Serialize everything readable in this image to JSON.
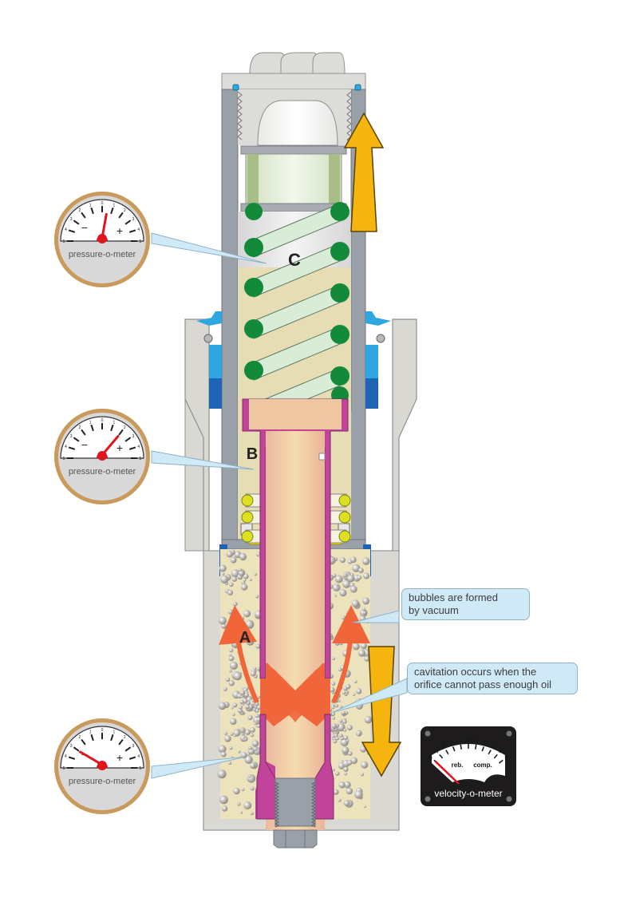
{
  "diagram": {
    "title": "Shock absorber cavitation cross-section",
    "chamber_labels": {
      "a": "A",
      "b": "B",
      "c": "C"
    },
    "callouts": {
      "bubbles": "bubbles are formed by vacuum",
      "bubbles_line1": "bubbles are formed",
      "bubbles_line2": "by vacuum",
      "cavitation_line1": "cavitation occurs when the",
      "cavitation_line2": "orifice cannot pass enough oil"
    },
    "gauges": [
      {
        "id": "gauge-c",
        "label": "pressure-o-meter",
        "chamber": "C",
        "minus": "−",
        "plus": "+",
        "needle_reading": 0.5,
        "scale_min": -5,
        "scale_max": 5
      },
      {
        "id": "gauge-b",
        "label": "pressure-o-meter",
        "chamber": "B",
        "minus": "−",
        "plus": "+",
        "needle_reading": 2,
        "scale_min": -5,
        "scale_max": 5
      },
      {
        "id": "gauge-a",
        "label": "pressure-o-meter",
        "chamber": "A",
        "minus": "−",
        "plus": "+",
        "needle_reading": -3,
        "scale_min": -5,
        "scale_max": 5
      }
    ],
    "velocity_meter": {
      "label": "velocity-o-meter",
      "left_label": "reb.",
      "right_label": "comp.",
      "ticks": [
        "5",
        "4",
        "3",
        "2",
        "1",
        "0",
        "1",
        "2",
        "3",
        "4",
        "5"
      ],
      "needle_reading": -5
    },
    "arrows": {
      "top": "up-arrow",
      "bottom": "down-arrow"
    },
    "colors": {
      "body": "#d9d8d3",
      "body_stroke": "#8f8f8f",
      "tube": "#9aa0a8",
      "oil": "#ece3bd",
      "spring_green": "#138a3a",
      "spring_tube": "#d8ecd8",
      "piston_magenta": "#c2449a",
      "rod": "#f1d3a4",
      "arrow_yellow": "#f6b40f",
      "flow_orange": "#f0653a",
      "seal_blue": "#2ea6e0",
      "dark_blue": "#1f63b5",
      "gauge_rim": "#c99a5b",
      "needle_red": "#e0141c",
      "callout_bg": "#cfe9f7"
    }
  }
}
